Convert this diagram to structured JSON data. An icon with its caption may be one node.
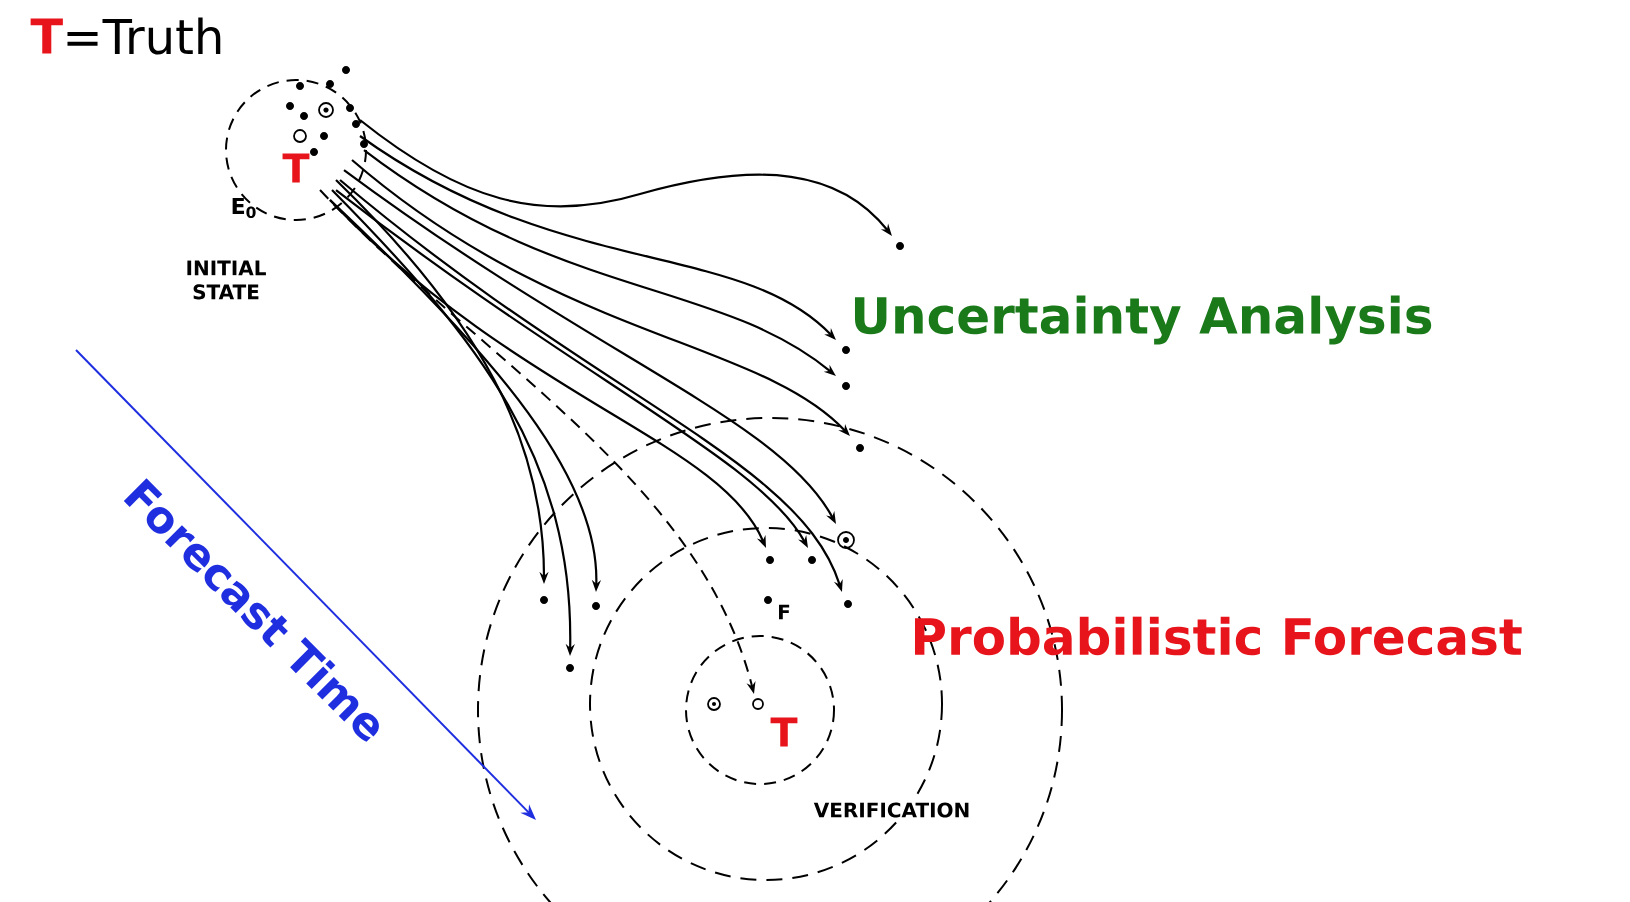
{
  "diagram": {
    "labels": [
      "T",
      "=Truth",
      "T",
      "E$_{0}$",
      "INITIAL STATE",
      "Uncertainty Analysis",
      "Probabilistic Forecast",
      "Forecast Time",
      "F",
      "T",
      "VERIFICATION"
    ]
  }
}
